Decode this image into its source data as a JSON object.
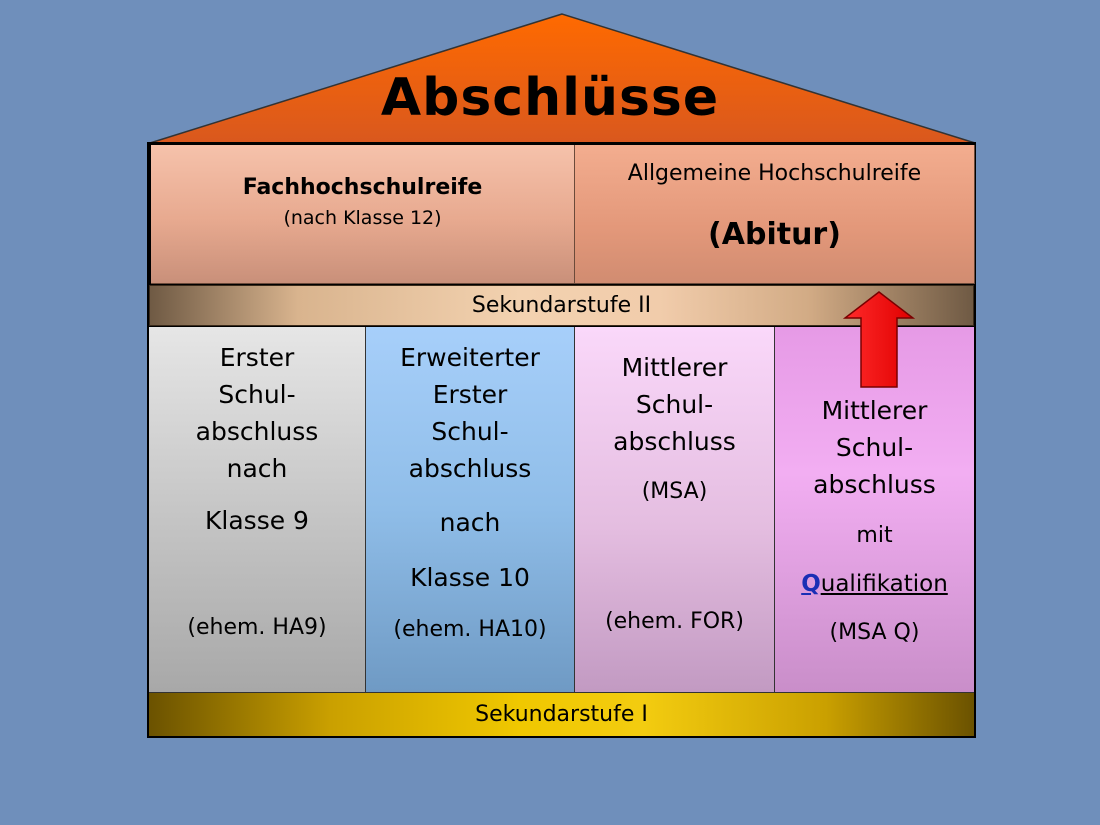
{
  "title": "Abschlüsse",
  "top": {
    "fachhochschulreife": {
      "title": "Fachhochschulreife",
      "sub": "(nach Klasse 12)"
    },
    "hochschulreife": {
      "title": "Allgemeine Hochschulreife",
      "sub": "(Abitur)"
    }
  },
  "sekundarstufe_ii": "Sekundarstufe II",
  "sekundarstufe_i": "Sekundarstufe I",
  "columns": [
    {
      "lines": [
        "Erster",
        "Schul-",
        "abschluss",
        "nach"
      ],
      "klasse": "Klasse 9",
      "former": "(ehem. HA9)"
    },
    {
      "lines": [
        "Erweiterter",
        "Erster",
        "Schul-",
        "abschluss"
      ],
      "nach": "nach",
      "klasse": "Klasse 10",
      "former": "(ehem. HA10)"
    },
    {
      "lines": [
        "Mittlerer",
        "Schul-",
        "abschluss"
      ],
      "abbr": "(MSA)",
      "former": "(ehem. FOR)"
    },
    {
      "lines": [
        "Mittlerer",
        "Schul-",
        "abschluss"
      ],
      "mit": "mit",
      "q_letter": "Q",
      "q_rest": "ualifikation",
      "abbr": "(MSA Q)"
    }
  ],
  "colors": {
    "background": "#6f8fbb",
    "roof": "#e8661a",
    "arrow": "#ff0000",
    "q_letter": "#1a2fb5"
  },
  "icons": {
    "arrow": "up-arrow-icon"
  }
}
